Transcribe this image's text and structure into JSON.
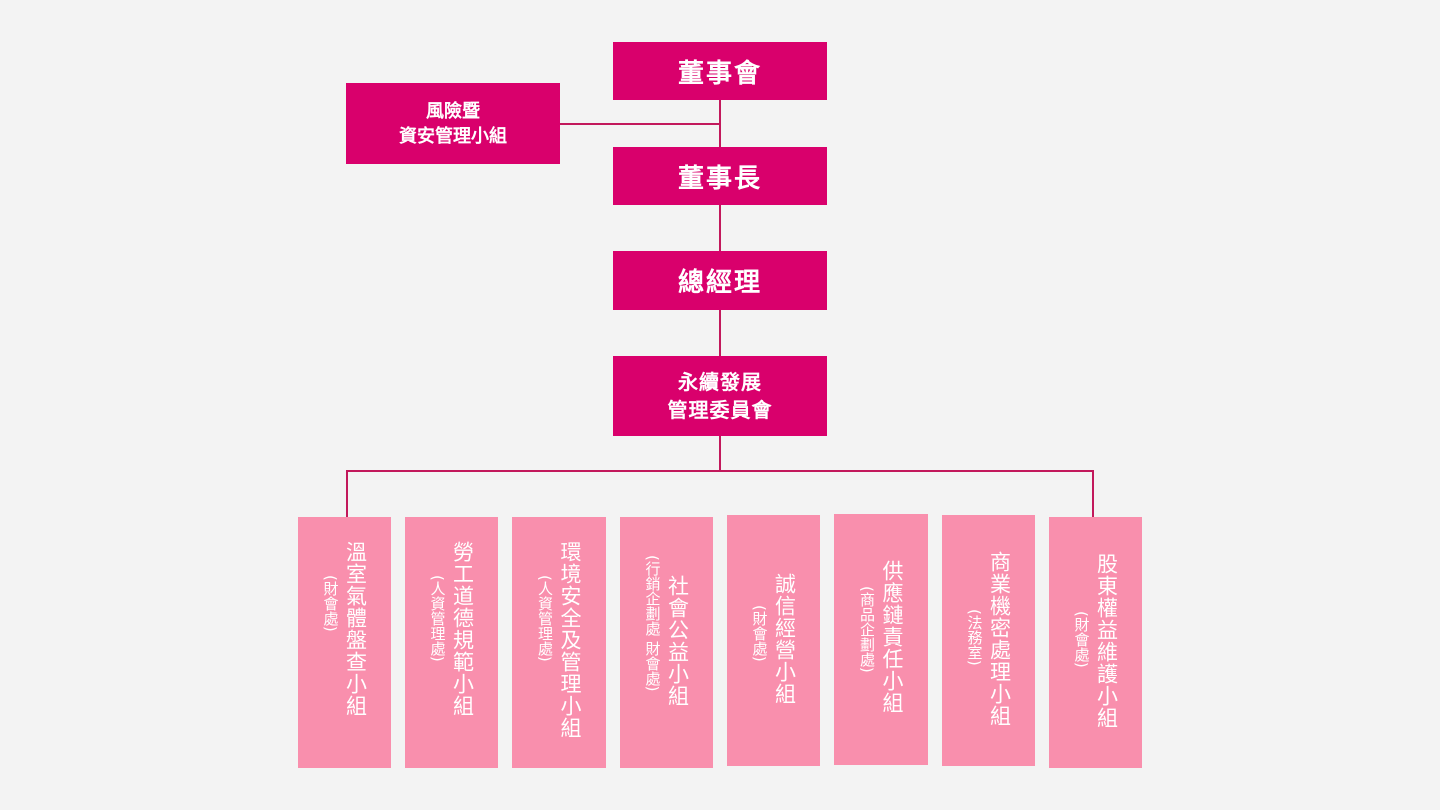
{
  "board": "董事會",
  "risk_group": {
    "line1": "風險暨",
    "line2": "資安管理小組"
  },
  "chairman": "董事長",
  "president": "總經理",
  "committee": {
    "line1": "永續發展",
    "line2": "管理委員會"
  },
  "groups": [
    {
      "name": "溫室氣體盤查小組",
      "dept": "(財會處)"
    },
    {
      "name": "勞工道德規範小組",
      "dept": "(人資管理處)"
    },
    {
      "name": "環境安全及管理小組",
      "dept": "(人資管理處)"
    },
    {
      "name": "社會公益小組",
      "dept": "(行銷企劃處 財會處)"
    },
    {
      "name": "誠信經營小組",
      "dept": "(財會處)"
    },
    {
      "name": "供應鏈責任小組",
      "dept": "(商品企劃處)"
    },
    {
      "name": "商業機密處理小組",
      "dept": "(法務室)"
    },
    {
      "name": "股東權益維護小組",
      "dept": "(財會處)"
    }
  ]
}
